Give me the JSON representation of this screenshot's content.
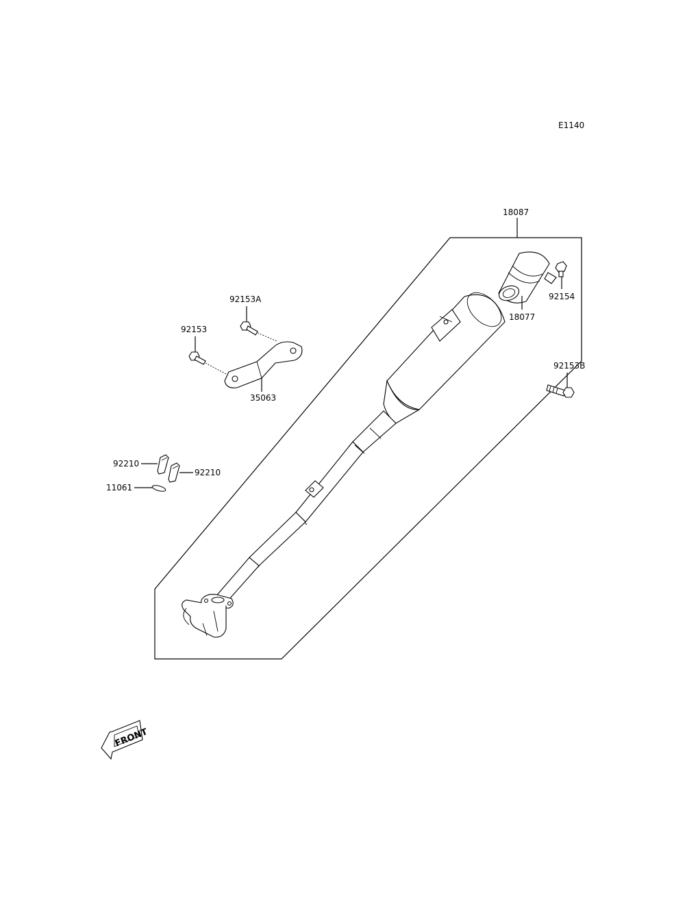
{
  "diagram": {
    "code": "E1140",
    "front_label": "FRONT",
    "parts": [
      {
        "id": "exhaust-assembly",
        "number": "18087"
      },
      {
        "id": "tail-pipe",
        "number": "18077"
      },
      {
        "id": "bolt-tail-pipe",
        "number": "92154"
      },
      {
        "id": "bolt-long",
        "number": "92153B"
      },
      {
        "id": "bolt-bracket-a",
        "number": "92153A"
      },
      {
        "id": "bolt-bracket",
        "number": "92153"
      },
      {
        "id": "bracket",
        "number": "35063"
      },
      {
        "id": "gasket-left",
        "number": "92210"
      },
      {
        "id": "gasket-right",
        "number": "92210"
      },
      {
        "id": "gasket-small",
        "number": "11061"
      }
    ]
  }
}
